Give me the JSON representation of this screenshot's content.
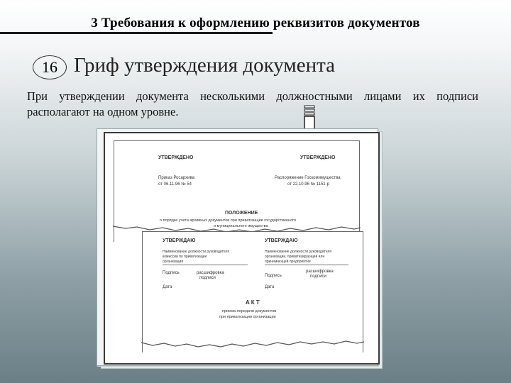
{
  "header": {
    "title": "3 Требования к оформлению реквизитов документов"
  },
  "slide": {
    "number": "16",
    "heading": "Гриф утверждения документа",
    "text": "При утверждении документа несколькими должностными лицами их подписи располагают на одном уровне."
  },
  "scan": {
    "doc1": {
      "left_stamp": "УТВЕРЖДЕНО",
      "right_stamp": "УТВЕРЖДЕНО",
      "left_ref_1": "Приказ Росархива",
      "left_ref_2": "от 06.11.96 № 54",
      "right_ref_1": "Распоряжение Госкомимущества",
      "right_ref_2": "от 22.10.96   № 1151-р",
      "title": "ПОЛОЖЕНИЕ",
      "subtitle_1": "о порядке учета архивных документов при приватизации государственного",
      "subtitle_2": "и муниципального имущества"
    },
    "doc2": {
      "left_stamp": "УТВЕРЖДАЮ",
      "right_stamp": "УТВЕРЖДАЮ",
      "left_pos_1": "Наименование должности руководителя",
      "left_pos_2": "комиссии по приватизации",
      "left_pos_3": "организации",
      "right_pos_1": "Наименование должности руководителя",
      "right_pos_2": "организации, приватизирующей или",
      "right_pos_3": "принимающей предприятие",
      "left_sign": "Подпись",
      "left_decode_1": "расшифровка",
      "left_decode_2": "подписи",
      "right_sign": "Подпись",
      "right_decode_1": "расшифровка",
      "right_decode_2": "подписи",
      "left_date": "Дата",
      "right_date": "Дата",
      "act": "АКТ",
      "act_sub_1": "приема-передачи документов",
      "act_sub_2": "при приватизации организации"
    }
  }
}
